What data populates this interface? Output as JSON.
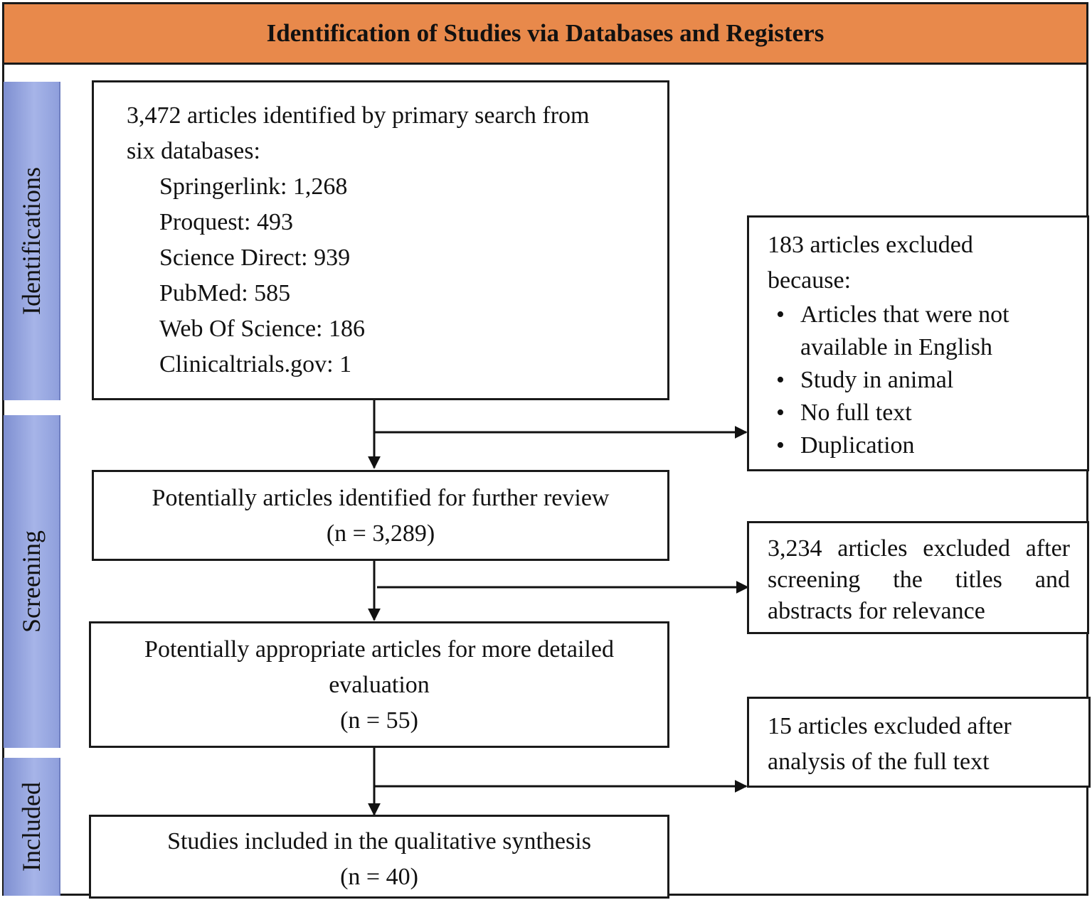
{
  "header": {
    "title": "Identification of Studies via Databases and Registers"
  },
  "stages": {
    "identifications": "Identifications",
    "screening": "Screening",
    "included": "Included"
  },
  "box1": {
    "line1": "3,472 articles identified by primary search from",
    "line2": "six databases:",
    "databases": [
      "Springerlink: 1,268",
      "Proquest: 493",
      "Science Direct: 939",
      "PubMed: 585",
      "Web Of Science: 186",
      "Clinicaltrials.gov: 1"
    ]
  },
  "excluded1": {
    "line1": "183 articles excluded",
    "line2": "because:",
    "reasons": [
      {
        "text": "Articles that were not",
        "cont": "available in English"
      },
      {
        "text": "Study in animal"
      },
      {
        "text": "No full text"
      },
      {
        "text": "Duplication"
      }
    ]
  },
  "box2": {
    "line1": "Potentially articles identified for further review",
    "count": "(n = 3,289)"
  },
  "excluded2": {
    "text": "3,234 articles excluded after screening the titles and abstracts for relevance"
  },
  "box3": {
    "line1": "Potentially appropriate articles for more detailed",
    "line2": "evaluation",
    "count": "(n = 55)"
  },
  "excluded3": {
    "line1": "15 articles excluded after",
    "line2": "analysis of the full text"
  },
  "box4": {
    "line1": "Studies included in the qualitative synthesis",
    "count": "(n = 40)"
  }
}
